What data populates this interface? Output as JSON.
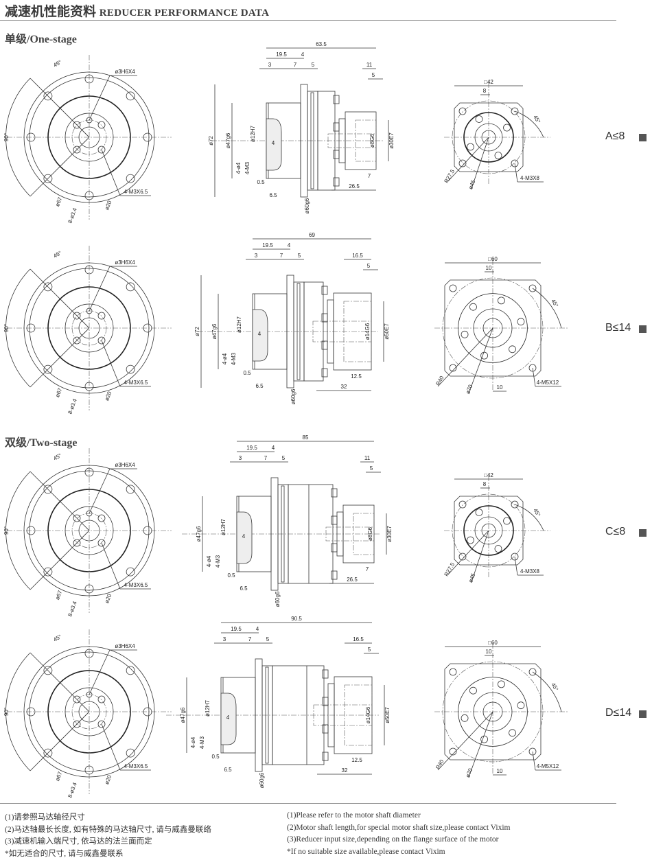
{
  "header": {
    "title_cn": "减速机性能资料",
    "title_en": "REDUCER PERFORMANCE DATA"
  },
  "sections": [
    {
      "label": "单级/One-stage"
    },
    {
      "label": "双级/Two-stage"
    }
  ],
  "rows": [
    {
      "model": "A≤8",
      "front": {
        "angle1": "45°",
        "angle2": "90°",
        "hole": "ø3H6X4",
        "thread": "4-M3X6.5",
        "dia_outer": "ø67",
        "holes": "8-ø3.4",
        "dia_inner": "ø20"
      },
      "side": {
        "total": "63.5",
        "d1": "19.5",
        "d2": "4",
        "d3": "3",
        "d4": "7",
        "d5": "5",
        "out_len": "11",
        "out_5": "5",
        "dia72": "ø72",
        "dia47": "ø47g6",
        "dia12": "ø12H7",
        "four": "4",
        "holes": "4-ø4",
        "m": "4-M3",
        "d05": "0.5",
        "d65": "6.5",
        "dia60": "ø60g6",
        "dia_shaft": "ø8G6",
        "dia_bore": "ø30E7",
        "d_out": "7",
        "d_len": "26.5"
      },
      "rear": {
        "square": "□42",
        "key": "8",
        "angle": "45°",
        "radius": "R27.5",
        "pcd": "ø45",
        "thread": "4-M3X8"
      }
    },
    {
      "model": "B≤14",
      "front": {
        "angle1": "45°",
        "angle2": "90°",
        "hole": "ø3H6X4",
        "thread": "4-M3X6.5",
        "dia_outer": "ø67",
        "holes": "8-ø3.4",
        "dia_inner": "ø20"
      },
      "side": {
        "total": "69",
        "d1": "19.5",
        "d2": "4",
        "d3": "3",
        "d4": "7",
        "d5": "5",
        "out_len": "16.5",
        "out_5": "5",
        "dia72": "ø72",
        "dia47": "ø47g6",
        "dia12": "ø12H7",
        "four": "4",
        "holes": "4-ø4",
        "m": "4-M3",
        "d05": "0.5",
        "d65": "6.5",
        "dia60": "ø60g6",
        "dia_shaft": "ø14G6",
        "dia_bore": "ø50E7",
        "d_out": "12.5",
        "d_len": "32"
      },
      "rear": {
        "square": "□60",
        "key": "10",
        "angle": "45°",
        "radius": "R40",
        "pcd": "ø70",
        "thread": "4-M5X12",
        "key2": "10"
      }
    },
    {
      "model": "C≤8",
      "front": {
        "angle1": "45°",
        "angle2": "90°",
        "hole": "ø3H6X4",
        "thread": "4-M3X6.5",
        "dia_outer": "ø67",
        "holes": "8-ø3.4",
        "dia_inner": "ø20"
      },
      "side": {
        "total": "85",
        "d1": "19.5",
        "d2": "4",
        "d3": "3",
        "d4": "7",
        "d5": "5",
        "out_len": "11",
        "out_5": "5",
        "dia47": "ø47g6",
        "dia12": "ø12H7",
        "four": "4",
        "holes": "4-ø4",
        "m": "4-M3",
        "d05": "0.5",
        "d65": "6.5",
        "dia60": "ø60g6",
        "dia_shaft": "ø8G6",
        "dia_bore": "ø30E7",
        "d_out": "7",
        "d_len": "26.5"
      },
      "rear": {
        "square": "□42",
        "key": "8",
        "angle": "45°",
        "radius": "R27.5",
        "pcd": "ø45",
        "thread": "4-M3X8"
      }
    },
    {
      "model": "D≤14",
      "front": {
        "angle1": "45°",
        "angle2": "90°",
        "hole": "ø3H6X4",
        "thread": "4-M3X6.5",
        "dia_outer": "ø67",
        "holes": "8-ø3.4",
        "dia_inner": "ø20"
      },
      "side": {
        "total": "90.5",
        "d1": "19.5",
        "d2": "4",
        "d3": "3",
        "d4": "7",
        "d5": "5",
        "out_len": "16.5",
        "out_5": "5",
        "dia47": "ø47g6",
        "dia12": "ø12H7",
        "four": "4",
        "holes": "4-ø4",
        "m": "4-M3",
        "d05": "0.5",
        "d65": "6.5",
        "dia60": "ø60g6",
        "dia_shaft": "ø14G6",
        "dia_bore": "ø50E7",
        "d_out": "12.5",
        "d_len": "32"
      },
      "rear": {
        "square": "□60",
        "key": "10",
        "angle": "45°",
        "radius": "R40",
        "pcd": "ø70",
        "thread": "4-M5X12",
        "key2": "10"
      }
    }
  ],
  "notes_cn": [
    "(1)请参照马达轴径尺寸",
    "(2)马达轴最长长度, 如有特殊的马达轴尺寸, 请与威鑫曼联络",
    "(3)减速机输入端尺寸, 依马达的法兰面而定",
    "*如无适合的尺寸, 请与威鑫曼联系"
  ],
  "notes_en": [
    "(1)Please refer to the motor shaft diameter",
    "(2)Motor shaft length,for special motor shaft size,please contact Vixim",
    "(3)Reducer input size,depending on the flange surface of the motor",
    "*If no suitable size available,please contact Vixim"
  ]
}
